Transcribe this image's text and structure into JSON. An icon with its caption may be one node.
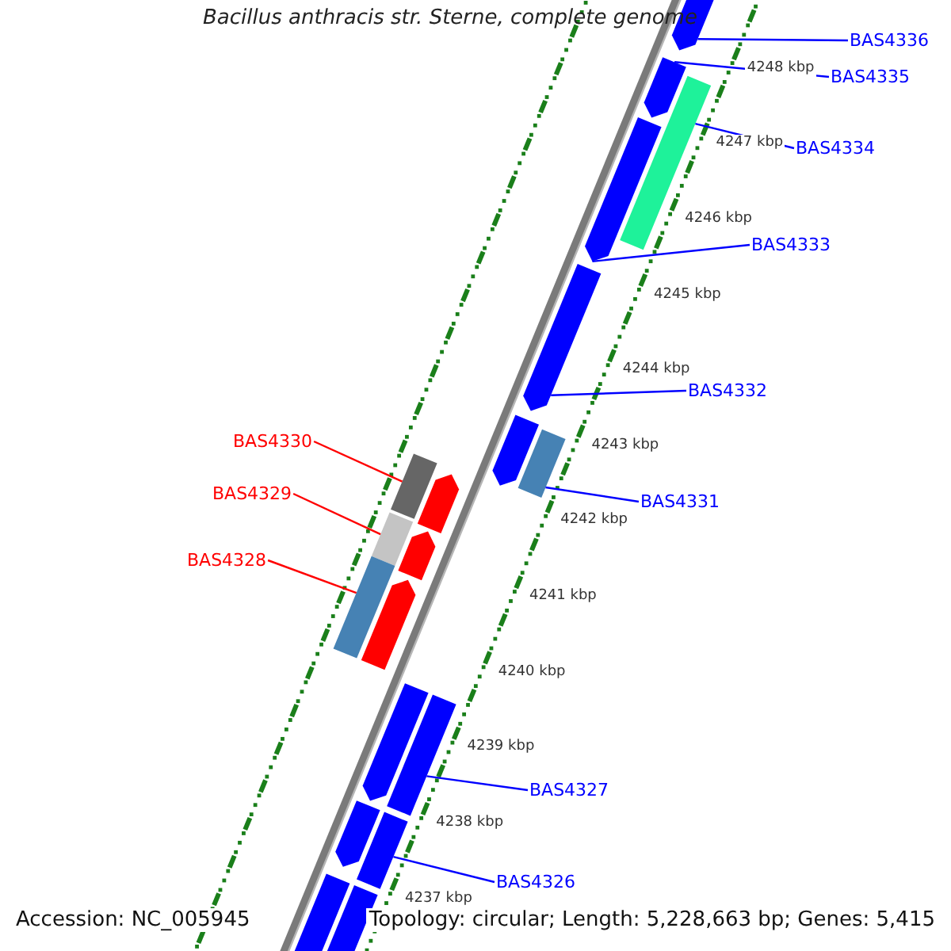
{
  "diagram": {
    "title": "Bacillus anthracis str. Sterne, complete genome",
    "nodes": [
      {
        "text": [
          "BAS4336"
        ]
      },
      {
        "text": [
          "BAS4335"
        ]
      },
      {
        "text": [
          "BAS4334"
        ]
      },
      {
        "text": [
          "BAS4333"
        ]
      },
      {
        "text": [
          "BAS4332"
        ]
      },
      {
        "text": [
          "BAS4330"
        ]
      },
      {
        "text": [
          "BAS4329"
        ]
      },
      {
        "text": [
          "BAS4331"
        ]
      },
      {
        "text": [
          "BAS4328"
        ]
      },
      {
        "text": [
          "BAS4327"
        ]
      },
      {
        "text": [
          "BAS4326"
        ]
      },
      {
        "text": [],
        "shape": "bar"
      },
      {
        "text": [],
        "shape": "bar"
      },
      {
        "text": [],
        "shape": "bar"
      },
      {
        "text": [],
        "shape": "bar"
      },
      {
        "text": [],
        "shape": "bar"
      },
      {
        "text": [],
        "shape": "bar"
      },
      {
        "text": [],
        "shape": "bar"
      },
      {
        "text": [],
        "shape": "bar"
      },
      {
        "text": [],
        "shape": "bar"
      },
      {
        "text": [],
        "shape": "bar"
      },
      {
        "text": [],
        "shape": "bar"
      },
      {
        "text": [],
        "shape": "bar"
      },
      {
        "text": [],
        "shape": "bar"
      },
      {
        "text": [],
        "shape": "bar"
      },
      {
        "text": [],
        "shape": "bar"
      },
      {
        "text": [],
        "shape": "bar"
      },
      {
        "text": [],
        "shape": "bar"
      },
      {
        "text": [],
        "shape": "bar"
      },
      {
        "text": [],
        "shape": "bar"
      }
    ],
    "edges": [
      {
        "from": 0,
        "to": 11,
        "arrow": "none"
      },
      {
        "from": 1,
        "to": 12,
        "arrow": "none"
      },
      {
        "from": 2,
        "to": 13,
        "arrow": "none"
      },
      {
        "from": 3,
        "to": 14,
        "arrow": "none"
      },
      {
        "from": 4,
        "to": 15,
        "arrow": "none"
      },
      {
        "from": 5,
        "to": 18,
        "arrow": "none",
        "color": "#ff0000"
      },
      {
        "from": 6,
        "to": 20,
        "arrow": "none",
        "color": "#ff0000"
      },
      {
        "from": 7,
        "to": 17,
        "arrow": "none"
      },
      {
        "from": 8,
        "to": 22,
        "arrow": "none",
        "color": "#ff0000"
      },
      {
        "from": 9,
        "to": 25,
        "arrow": "none"
      },
      {
        "from": 10,
        "to": 27,
        "arrow": "none"
      }
    ],
    "labels": [
      "4248 kbp",
      "4247 kbp",
      "4246 kbp",
      "4245 kbp",
      "4244 kbp",
      "4243 kbp",
      "4242 kbp",
      "4241 kbp",
      "4240 kbp",
      "4239 kbp",
      "4238 kbp",
      "4237 kbp",
      "Accession: NC_005945",
      "Topology: circular; Length: 5,228,663 bp; Genes: 5,415"
    ]
  }
}
